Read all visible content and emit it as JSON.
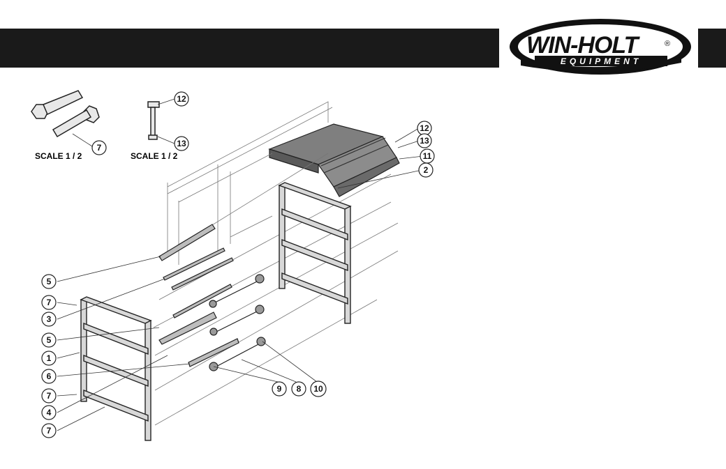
{
  "brand": {
    "name": "WIN-HOLT",
    "registered": "®",
    "sub": "EQUIPMENT",
    "colors": {
      "text": "#111111",
      "white": "#ffffff",
      "bar": "#1a1a1a",
      "panel": "#8c8c8c"
    }
  },
  "diagram": {
    "scale_label_left": "SCALE 1 / 2",
    "scale_label_right": "SCALE 1 / 2",
    "callouts": {
      "c12a": "12",
      "c7a": "7",
      "c13a": "13",
      "c12b": "12",
      "c13b": "13",
      "c11": "11",
      "c2": "2",
      "c5a": "5",
      "c7b": "7",
      "c3": "3",
      "c5b": "5",
      "c1": "1",
      "c6": "6",
      "c7c": "7",
      "c4": "4",
      "c7d": "7",
      "c9": "9",
      "c8": "8",
      "c10": "10"
    }
  }
}
